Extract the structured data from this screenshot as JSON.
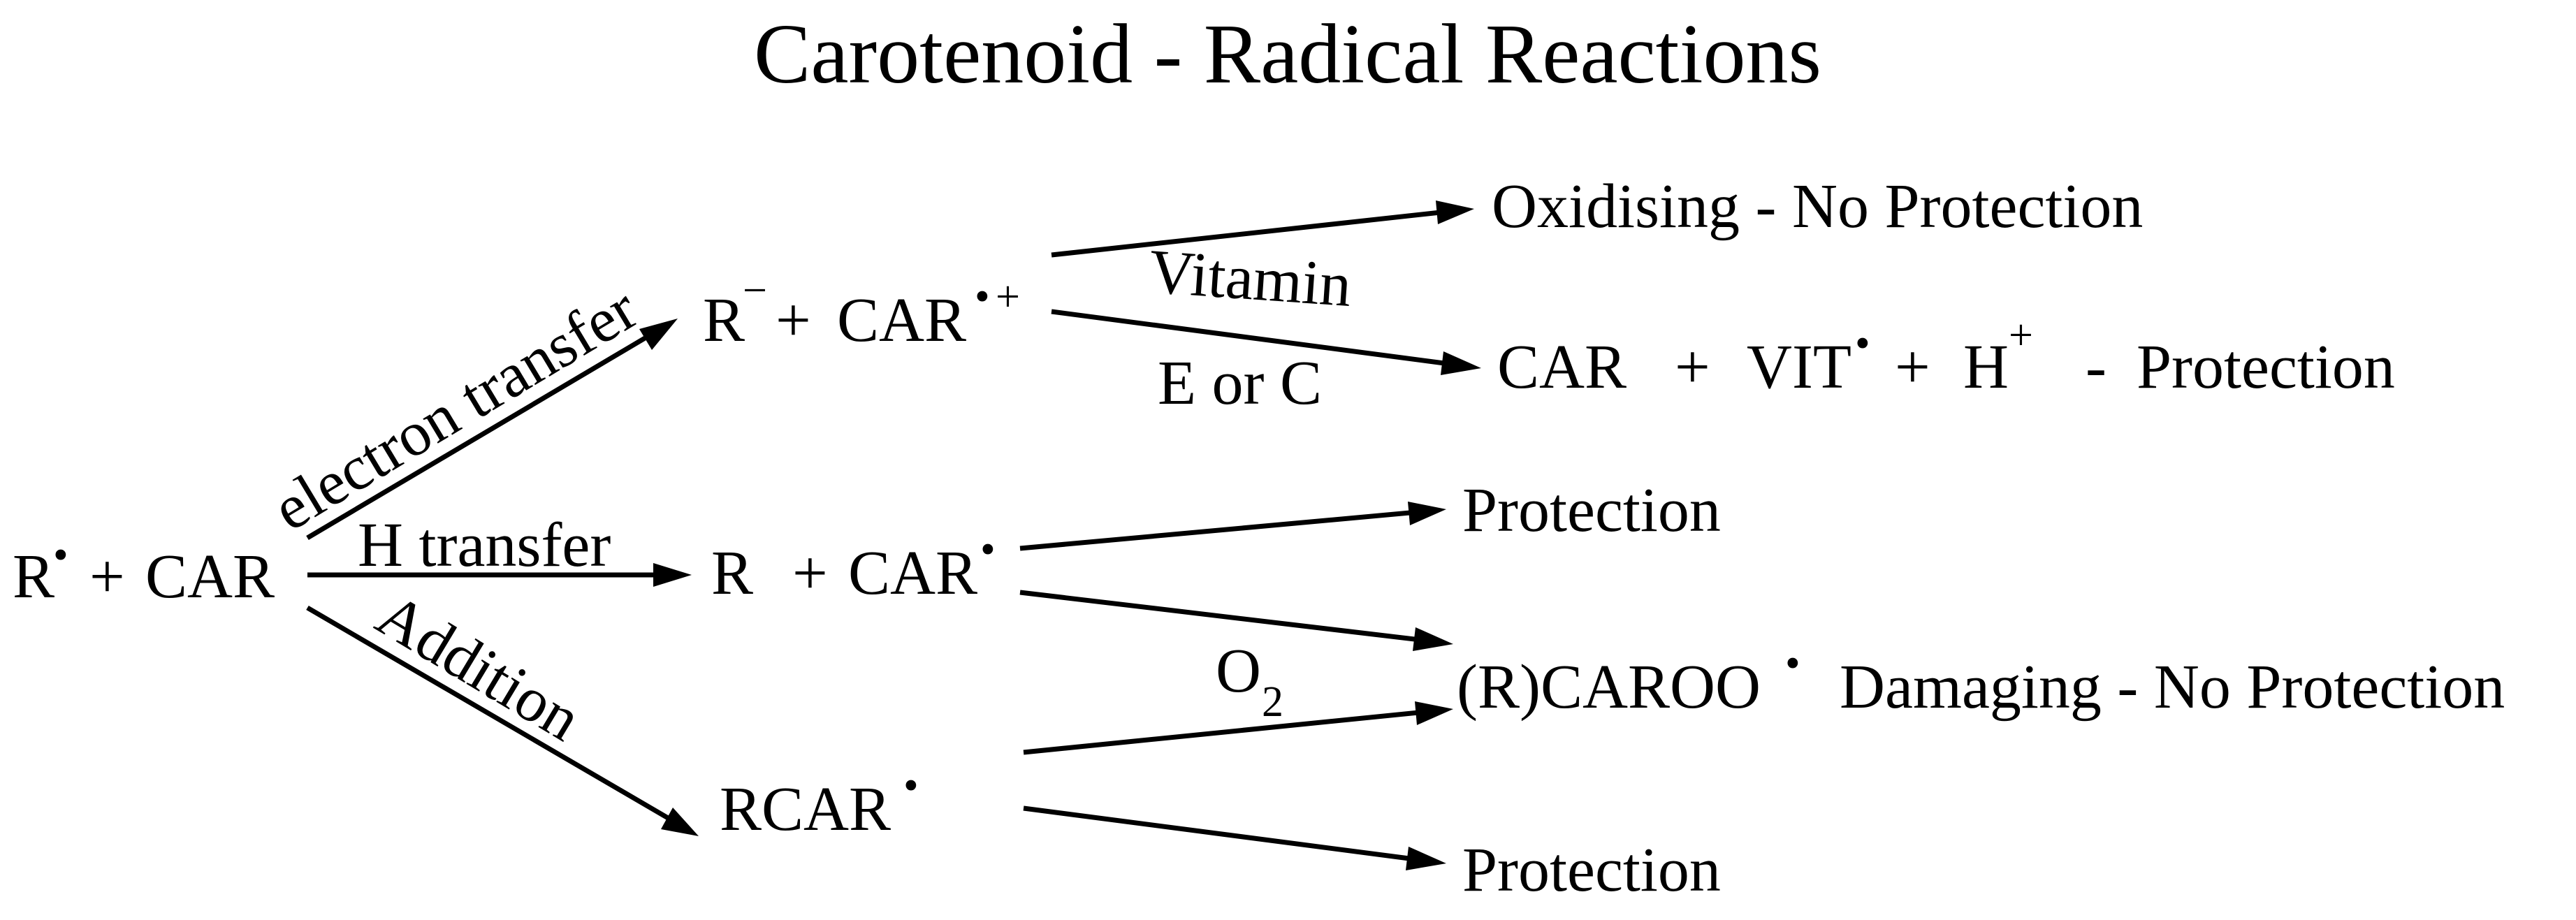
{
  "title": "Carotenoid - Radical Reactions",
  "colors": {
    "ink": "#000000",
    "background": "#ffffff"
  },
  "reactants": {
    "radical": "R",
    "plus": "+",
    "car": "CAR"
  },
  "pathways": {
    "electron_transfer": "electron transfer",
    "h_transfer": "H transfer",
    "addition": "Addition"
  },
  "intermediates": {
    "et": {
      "anion": "R",
      "anion_charge": "−",
      "plus": "+",
      "cation": "CAR",
      "cation_charge": "+"
    },
    "ht": {
      "r": "R",
      "plus": "+",
      "car": "CAR"
    },
    "add": {
      "rcar": "RCAR"
    }
  },
  "conditions": {
    "vitamin_line1": "Vitamin",
    "vitamin_line2": "E or C",
    "o2": "O",
    "o2_sub": "2"
  },
  "products": {
    "oxidising": "Oxidising - No Protection",
    "vit_car": "CAR",
    "vit_plus1": "+",
    "vit": "VIT",
    "vit_plus2": "+",
    "h": "H",
    "h_charge": "+",
    "vit_dash": "-",
    "vit_protection": "Protection",
    "protection_top": "Protection",
    "caroo": "(R)CAROO",
    "damaging": "Damaging - No Protection",
    "protection_bottom": "Protection"
  },
  "radical_dot": "•"
}
